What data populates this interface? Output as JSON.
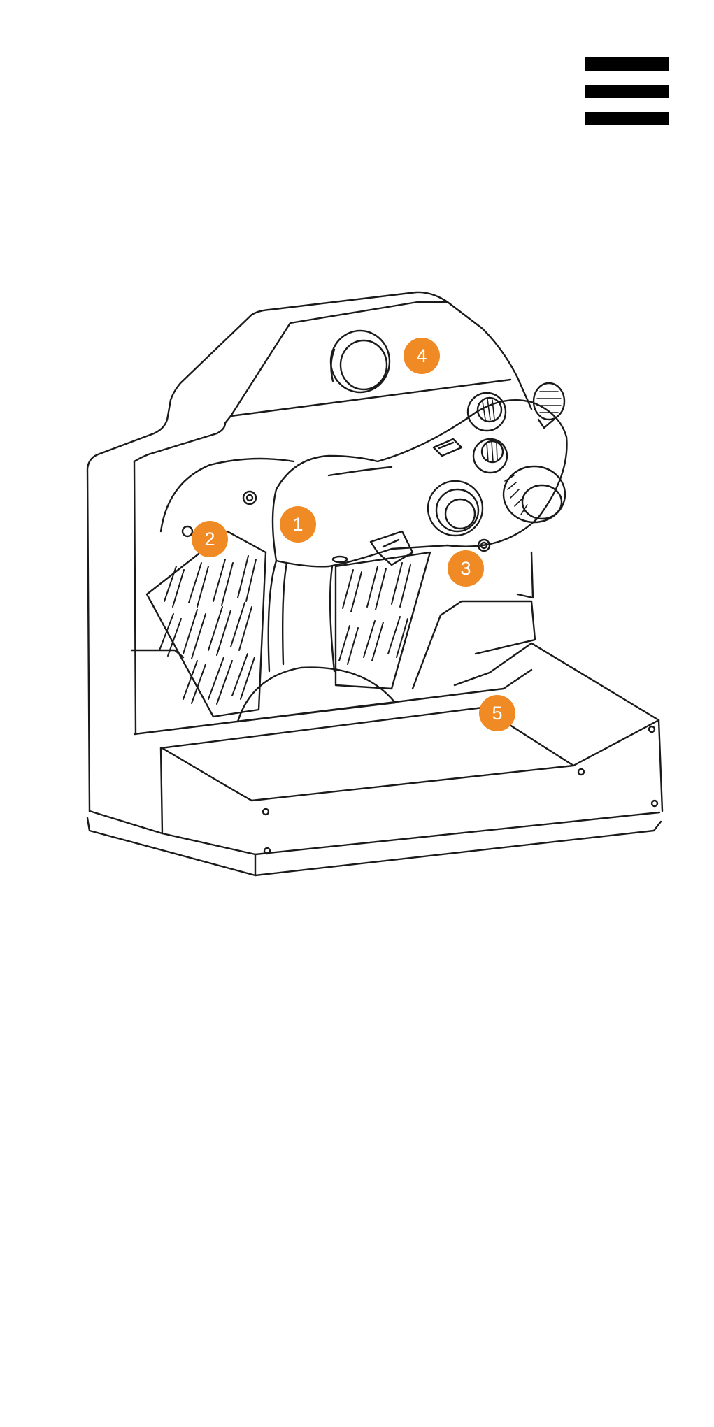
{
  "colors": {
    "accent": "#f08a24",
    "line": "#1a1a1a",
    "background": "#ffffff",
    "menu": "#000000"
  },
  "header": {
    "menu_icon": "hamburger-menu-icon"
  },
  "illustration": {
    "subject": "flight-stick-controller-line-drawing",
    "markers": [
      "1",
      "2",
      "3",
      "4",
      "5"
    ]
  }
}
